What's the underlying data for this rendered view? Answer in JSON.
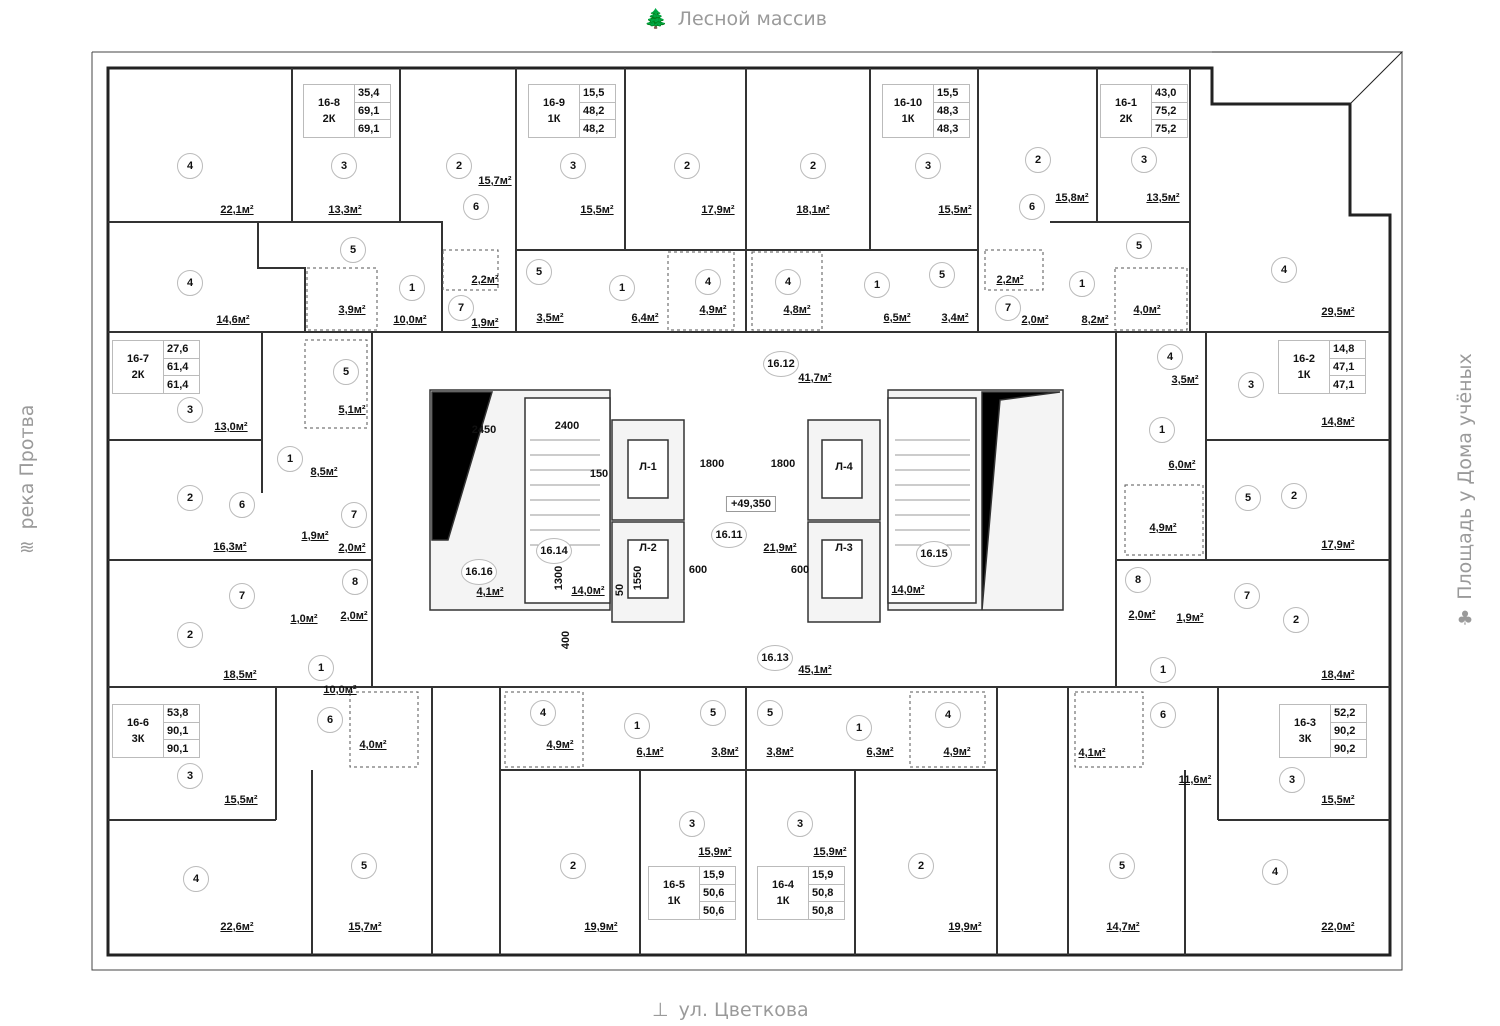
{
  "surroundings": {
    "north": "Лесной массив",
    "south": "ул. Цветкова",
    "west": "река Протва",
    "east": "Площадь у Дома учёных",
    "north_icon": "trees-icon",
    "south_icon": "street-sign-icon",
    "west_icon": "water-waves-icon",
    "east_icon": "tree-bench-icon"
  },
  "apartments": [
    {
      "id": "16-8",
      "type": "2К",
      "areas": [
        "35,4",
        "69,1",
        "69,1"
      ],
      "rooms": [
        {
          "n": "4",
          "area": "22,1м²"
        },
        {
          "n": "3",
          "area": "13,3м²"
        },
        {
          "n": "2",
          "area": "15,7м²"
        },
        {
          "n": "6",
          "area": "2,2м²"
        },
        {
          "n": "5",
          "area": "3,9м²"
        },
        {
          "n": "4",
          "area": "14,6м²"
        },
        {
          "n": "1",
          "area": "10,0м²"
        },
        {
          "n": "7",
          "area": "1,9м²"
        }
      ]
    },
    {
      "id": "16-9",
      "type": "1К",
      "areas": [
        "15,5",
        "48,2",
        "48,2"
      ],
      "rooms": [
        {
          "n": "3",
          "area": "15,5м²"
        },
        {
          "n": "2",
          "area": "17,9м²"
        },
        {
          "n": "5",
          "area": "3,5м²"
        },
        {
          "n": "1",
          "area": "6,4м²"
        },
        {
          "n": "4",
          "area": "4,9м²"
        }
      ]
    },
    {
      "id": "16-10",
      "type": "1К",
      "areas": [
        "15,5",
        "48,3",
        "48,3"
      ],
      "rooms": [
        {
          "n": "2",
          "area": "18,1м²"
        },
        {
          "n": "3",
          "area": "15,5м²"
        },
        {
          "n": "4",
          "area": "4,8м²"
        },
        {
          "n": "1",
          "area": "6,5м²"
        },
        {
          "n": "5",
          "area": "3,4м²"
        }
      ]
    },
    {
      "id": "16-1",
      "type": "2К",
      "areas": [
        "43,0",
        "75,2",
        "75,2"
      ],
      "rooms": [
        {
          "n": "2",
          "area": "15,8м²"
        },
        {
          "n": "3",
          "area": "13,5м²"
        },
        {
          "n": "6",
          "area": "2,2м²"
        },
        {
          "n": "5",
          "area": "4,0м²"
        },
        {
          "n": "1",
          "area": "8,2м²"
        },
        {
          "n": "7",
          "area": "2,0м²"
        },
        {
          "n": "4",
          "area": "29,5м²"
        }
      ]
    },
    {
      "id": "16-7",
      "type": "2К",
      "areas": [
        "27,6",
        "61,4",
        "61,4"
      ],
      "rooms": [
        {
          "n": "5",
          "area": "5,1м²"
        },
        {
          "n": "3",
          "area": "13,0м²"
        },
        {
          "n": "1",
          "area": "8,5м²"
        },
        {
          "n": "2",
          "area": "16,3м²"
        },
        {
          "n": "6",
          "area": "1,9м²"
        },
        {
          "n": "7",
          "area": "2,0м²"
        }
      ]
    },
    {
      "id": "16-6",
      "type": "3К",
      "areas": [
        "53,8",
        "90,1",
        "90,1"
      ],
      "rooms": [
        {
          "n": "7",
          "area": "1,0м²"
        },
        {
          "n": "8",
          "area": "2,0м²"
        },
        {
          "n": "2",
          "area": "18,5м²"
        },
        {
          "n": "1",
          "area": "10,0м²"
        },
        {
          "n": "6",
          "area": "4,0м²"
        },
        {
          "n": "3",
          "area": "15,5м²"
        },
        {
          "n": "4",
          "area": "22,6м²"
        },
        {
          "n": "5",
          "area": "15,7м²"
        }
      ]
    },
    {
      "id": "16-5",
      "type": "1К",
      "areas": [
        "15,9",
        "50,6",
        "50,6"
      ],
      "rooms": [
        {
          "n": "4",
          "area": "4,9м²"
        },
        {
          "n": "1",
          "area": "6,1м²"
        },
        {
          "n": "5",
          "area": "3,8м²"
        },
        {
          "n": "3",
          "area": "15,9м²"
        },
        {
          "n": "2",
          "area": "19,9м²"
        }
      ]
    },
    {
      "id": "16-4",
      "type": "1К",
      "areas": [
        "15,9",
        "50,8",
        "50,8"
      ],
      "rooms": [
        {
          "n": "5",
          "area": "3,8м²"
        },
        {
          "n": "1",
          "area": "6,3м²"
        },
        {
          "n": "4",
          "area": "4,9м²"
        },
        {
          "n": "3",
          "area": "15,9м²"
        },
        {
          "n": "2",
          "area": "19,9м²"
        }
      ]
    },
    {
      "id": "16-3",
      "type": "3К",
      "areas": [
        "52,2",
        "90,2",
        "90,2"
      ],
      "rooms": [
        {
          "n": "6",
          "area": "4,1м²"
        },
        {
          "n": "1",
          "area": "11,6м²"
        },
        {
          "n": "8",
          "area": "2,0м²"
        },
        {
          "n": "7",
          "area": "1,9м²"
        },
        {
          "n": "2",
          "area": "18,4м²"
        },
        {
          "n": "3",
          "area": "15,5м²"
        },
        {
          "n": "5",
          "area": "14,7м²"
        },
        {
          "n": "4",
          "area": "22,0м²"
        }
      ]
    },
    {
      "id": "16-2",
      "type": "1К",
      "areas": [
        "14,8",
        "47,1",
        "47,1"
      ],
      "rooms": [
        {
          "n": "4",
          "area": "3,5м²"
        },
        {
          "n": "3",
          "area": "14,8м²"
        },
        {
          "n": "1",
          "area": "6,0м²"
        },
        {
          "n": "5",
          "area": "4,9м²"
        },
        {
          "n": "2",
          "area": "17,9м²"
        }
      ]
    }
  ],
  "common": [
    {
      "id": "16.12",
      "area": "41,7м²"
    },
    {
      "id": "16.11",
      "area": "21,9м²"
    },
    {
      "id": "16.14",
      "area": "14,0м²"
    },
    {
      "id": "16.16",
      "area": "4,1м²"
    },
    {
      "id": "16.15",
      "area": "14,0м²"
    },
    {
      "id": "16.13",
      "area": "45,1м²"
    }
  ],
  "elevators": [
    "Л-1",
    "Л-2",
    "Л-3",
    "Л-4"
  ],
  "level_mark": "+49,350",
  "dimensions": [
    "2450",
    "2400",
    "150",
    "1800",
    "1800",
    "600",
    "600",
    "1300",
    "50",
    "1550",
    "400"
  ]
}
